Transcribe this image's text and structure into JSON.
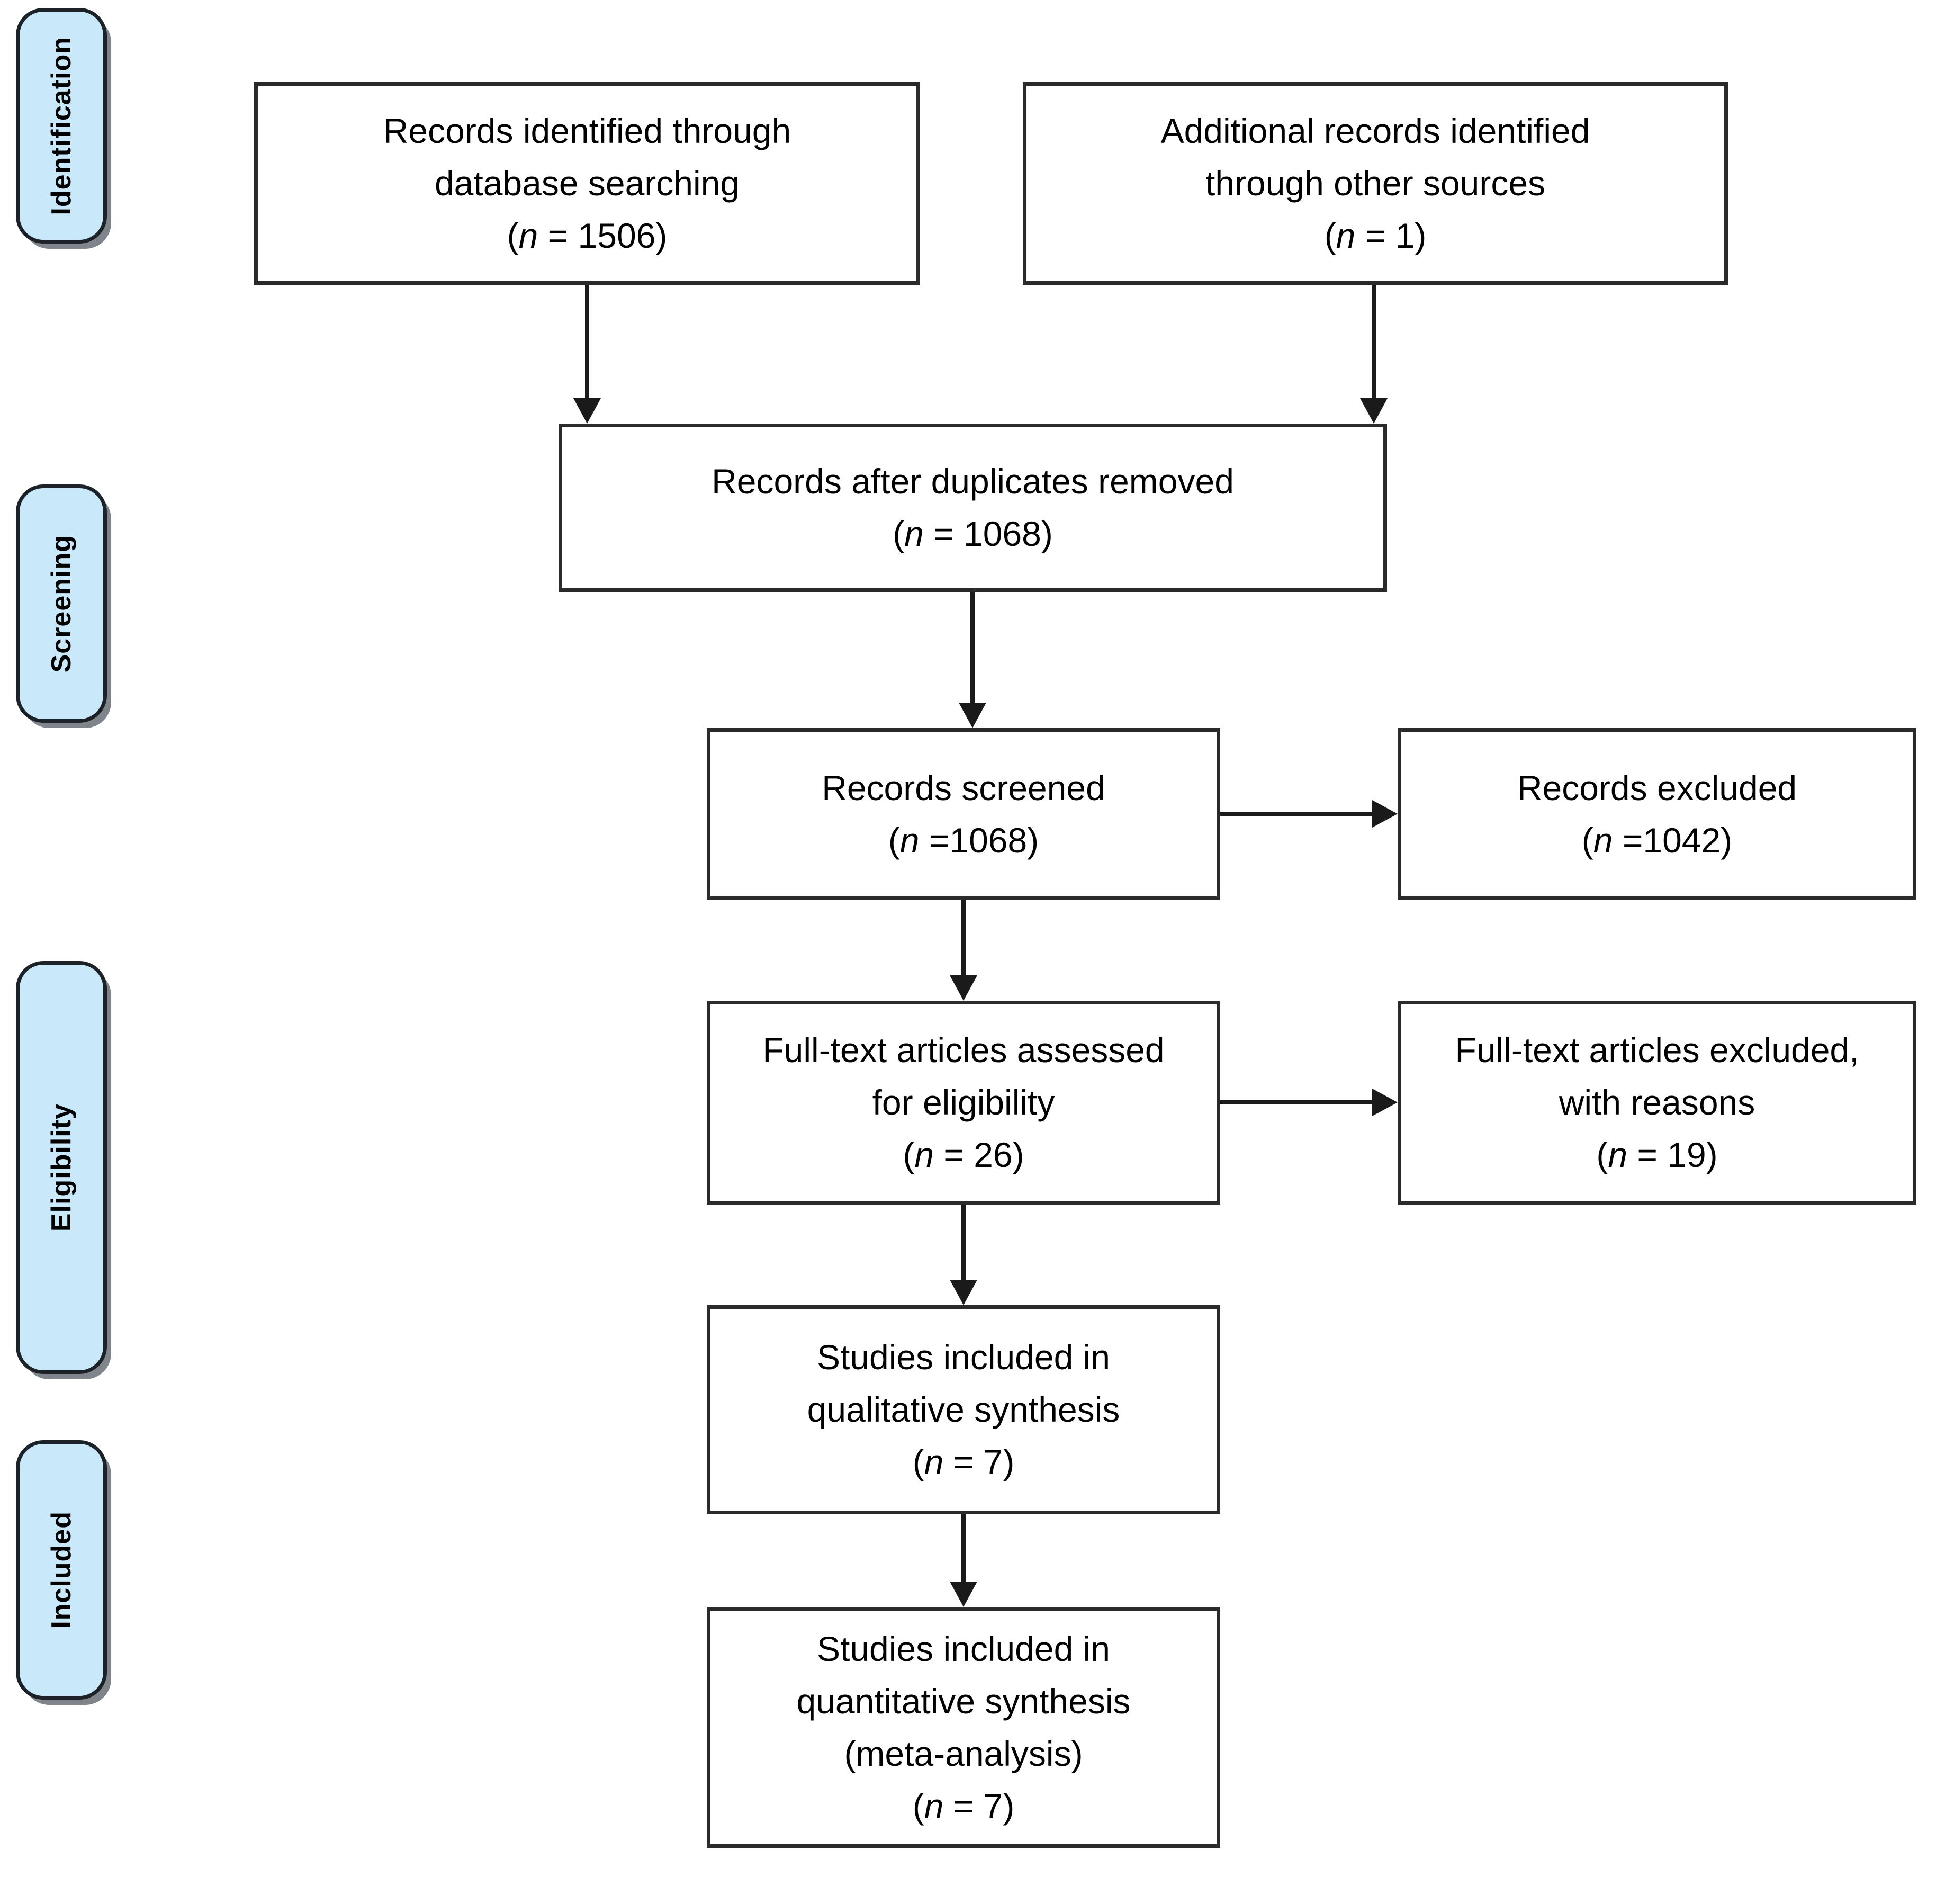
{
  "sidebar": {
    "fill_color": "#c9e9fb",
    "stages": [
      {
        "label": "Identification"
      },
      {
        "label": "Screening"
      },
      {
        "label": "Eligibility"
      },
      {
        "label": "Included"
      }
    ]
  },
  "flow": {
    "box1": {
      "line1": "Records identified through",
      "line2": "database searching",
      "count": "(n = 1506)"
    },
    "box2": {
      "line1": "Additional records identified",
      "line2": "through other sources",
      "count": "(n = 1)"
    },
    "box3": {
      "line1": "Records after duplicates removed",
      "count": "(n = 1068)"
    },
    "box4": {
      "line1": "Records screened",
      "count": "(n =1068)"
    },
    "box5": {
      "line1": "Records excluded",
      "count": "(n =1042)"
    },
    "box6": {
      "line1": "Full-text articles assessed",
      "line2": "for eligibility",
      "count": "(n = 26)"
    },
    "box7": {
      "line1": "Full-text articles excluded,",
      "line2": "with reasons",
      "count": "(n = 19)"
    },
    "box8": {
      "line1": "Studies included in",
      "line2": "qualitative synthesis",
      "count": "(n = 7)"
    },
    "box9": {
      "line1": "Studies included in",
      "line2": "quantitative synthesis",
      "line3": "(meta-analysis)",
      "count": "(n = 7)"
    }
  }
}
